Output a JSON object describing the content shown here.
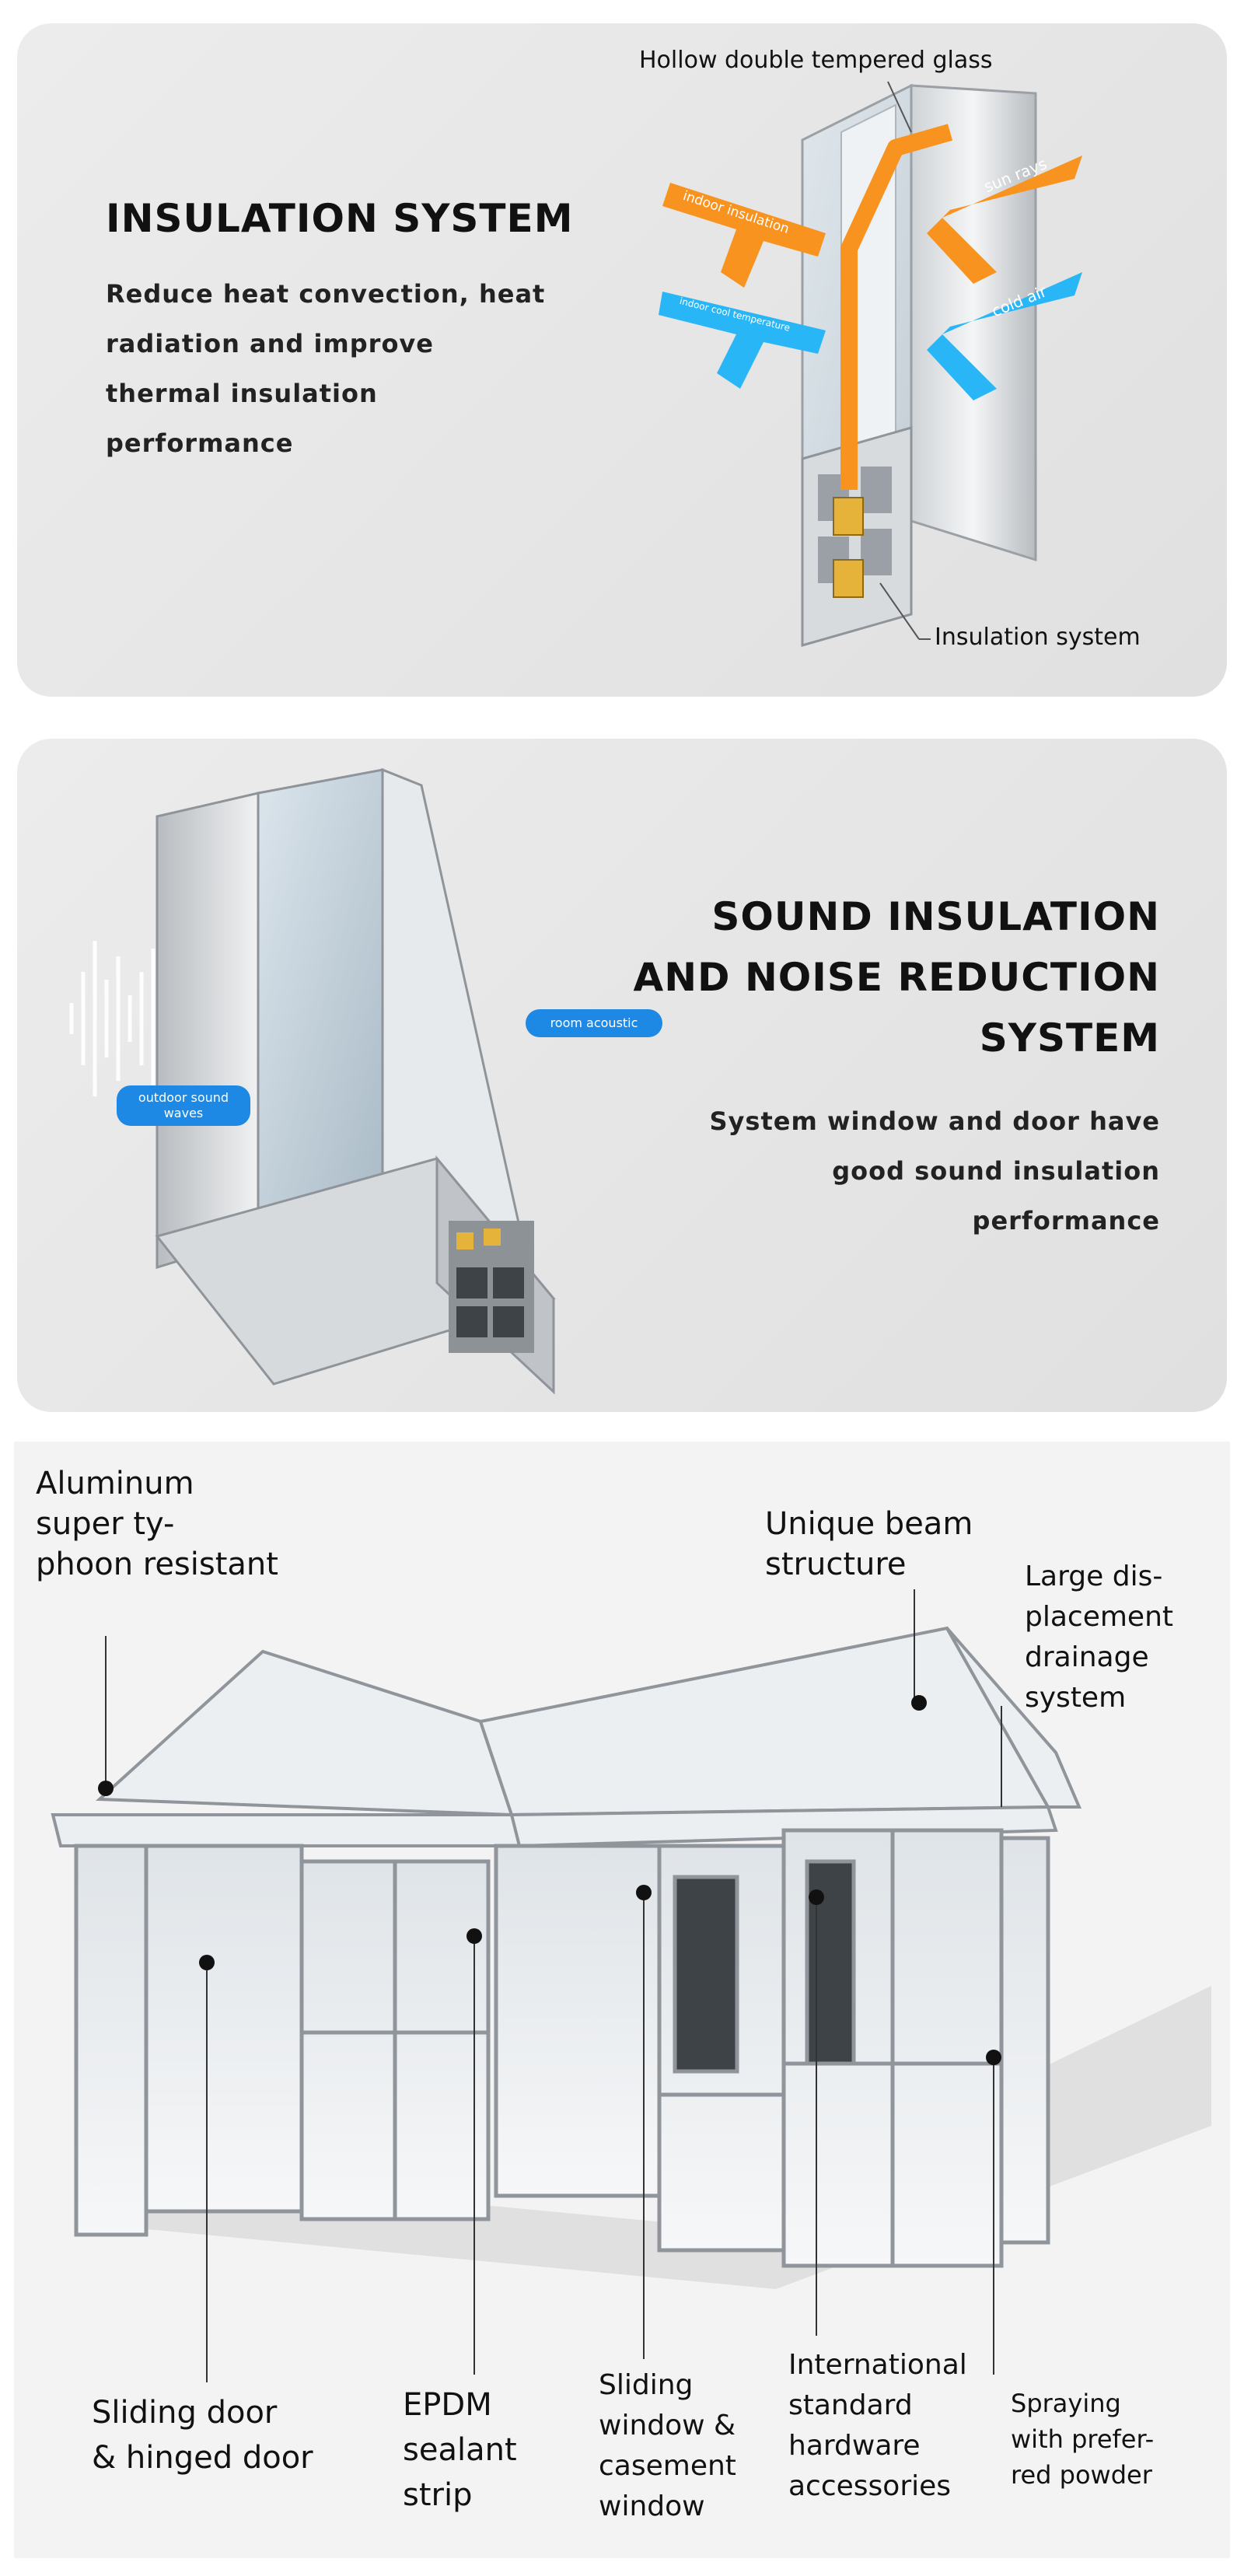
{
  "insulation": {
    "title": "INSULATION SYSTEM",
    "description": [
      "Reduce heat convection, heat",
      "radiation and improve",
      "thermal insulation",
      "performance"
    ],
    "callout_glass": "Hollow double tempered glass",
    "callout_system": "Insulation system",
    "arrow_labels": {
      "indoor_insulation": "indoor insulation",
      "sun_rays": "sun rays",
      "indoor_cool": "indoor cool temperature",
      "cold_air": "cold air"
    },
    "colors": {
      "warm": "#f7931e",
      "cool": "#29b6f6"
    }
  },
  "sound": {
    "title": [
      "SOUND INSULATION",
      "AND NOISE REDUCTION",
      "SYSTEM"
    ],
    "description": [
      "System window and door have",
      "good sound insulation",
      "performance"
    ],
    "badge_outdoor": [
      "outdoor sound",
      "waves"
    ],
    "badge_room": "room acoustic",
    "colors": {
      "badge": "#1e88e5"
    }
  },
  "sunroom": {
    "labels": {
      "aluminum": [
        "Aluminum",
        "super ty-",
        "phoon resistant"
      ],
      "beam": [
        "Unique beam",
        "structure"
      ],
      "drainage": [
        "Large dis-",
        "placement",
        "drainage",
        "system"
      ],
      "sliding_door": [
        "Sliding door",
        "& hinged door"
      ],
      "epdm": [
        "EPDM",
        "sealant",
        "strip"
      ],
      "sliding_window": [
        "Sliding",
        "window &",
        "casement",
        "window"
      ],
      "hardware": [
        "International",
        "standard",
        "hardware",
        "accessories"
      ],
      "spraying": [
        "Spraying",
        "with prefer-",
        "red powder"
      ]
    }
  }
}
